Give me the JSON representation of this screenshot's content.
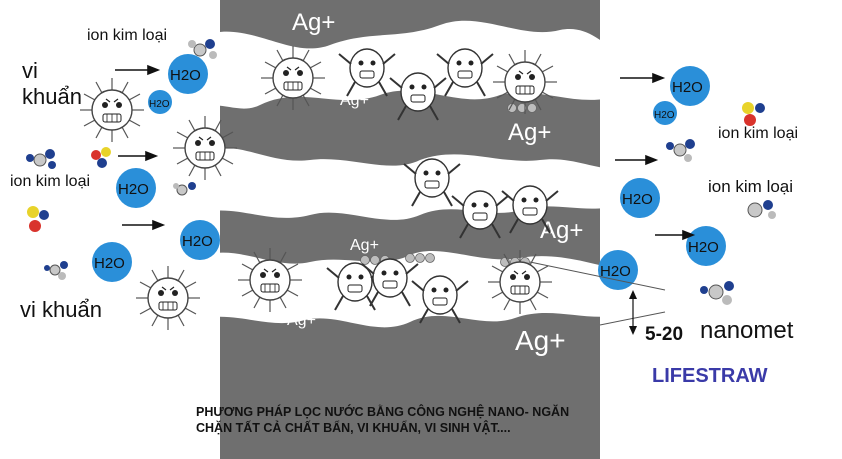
{
  "labels": {
    "ion_kim_loai": "ion kim loại",
    "vi": "vi",
    "khuan": "khuẩn",
    "vi_khuan": "vi khuẩn",
    "h2o": "H2O",
    "ag_plus": "Ag+",
    "size": "5-20",
    "unit": "nanomet",
    "brand": "LIFESTRAW",
    "caption_line1": "PHƯƠNG PHÁP LỌC NƯỚC BẰNG CÔNG NGHỆ NANO- NGĂN",
    "caption_line2": "CHẶN TẤT CẢ CHẤT BẨN, VI KHUẨN, VI SINH VẬT...."
  },
  "colors": {
    "filter_bg": "#6f6f6f",
    "channel": "#ffffff",
    "water": "#2a8fd9",
    "brand": "#3a3aa8",
    "ion_red": "#d9332c",
    "ion_yellow": "#e8d32a",
    "ion_blue": "#1f3f8f",
    "ion_grey": "#c8c8c8"
  }
}
